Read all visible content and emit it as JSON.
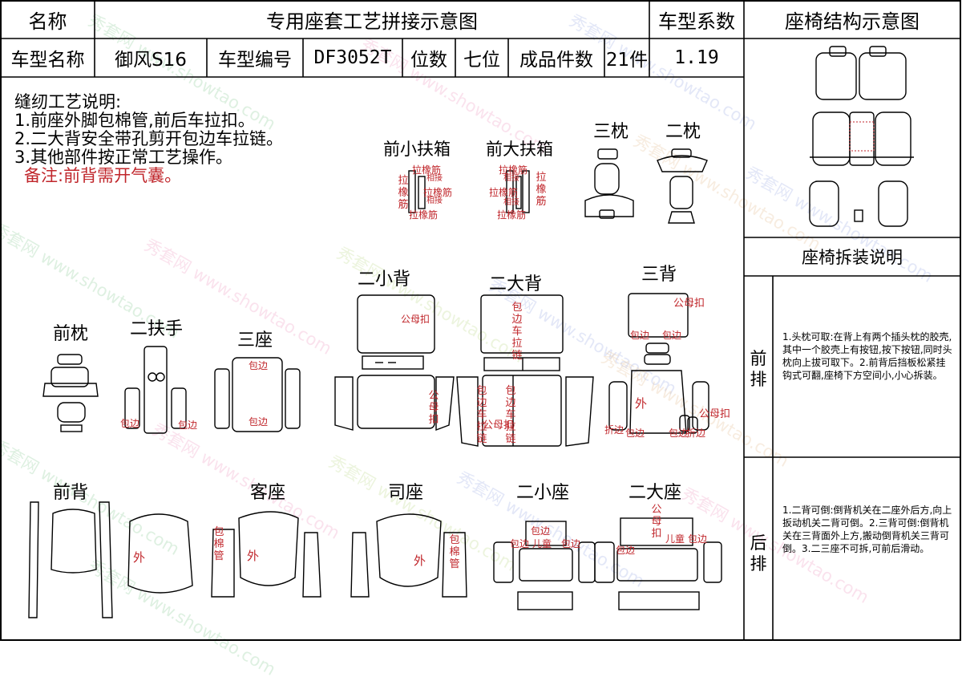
{
  "header": {
    "name_label": "名称",
    "title": "专用座套工艺拼接示意图",
    "coef_label": "车型系数",
    "structure_label": "座椅结构示意图"
  },
  "info_row": {
    "model_name_label": "车型名称",
    "model_name": "御风S16",
    "model_code_label": "车型编号",
    "model_code": "DF3052T",
    "seats_label": "位数",
    "seats": "七位",
    "pieces_label": "成品件数",
    "pieces": "21件",
    "coefficient": "1.19"
  },
  "notes": {
    "title": "缝纫工艺说明:",
    "items": [
      "1.前座外脚包棉管,前后车拉扣。",
      "2.二大背安全带孔剪开包边车拉链。",
      "3.其他部件按正常工艺操作。"
    ],
    "remark": "备注:前背需开气囊。"
  },
  "parts": {
    "front_small_armrest": "前小扶箱",
    "front_big_armrest": "前大扶箱",
    "third_pillow": "三枕",
    "second_pillow": "二枕",
    "front_pillow": "前枕",
    "second_armrest": "二扶手",
    "third_seat": "三座",
    "second_small_back": "二小背",
    "second_big_back": "二大背",
    "third_back": "三背",
    "front_back": "前背",
    "passenger_seat": "客座",
    "driver_seat": "司座",
    "second_small_seat": "二小座",
    "second_big_seat": "二大座"
  },
  "annotations": {
    "elastic": "拉橡筋",
    "side_seam": "相接",
    "binding": "包边",
    "snap": "公母扣",
    "outer": "外",
    "cotton_tube": "包棉管",
    "edge": "折边",
    "child_seat": "儿童",
    "zip_side": "包边车拉链"
  },
  "right_panel": {
    "removal_title": "座椅拆装说明",
    "front_row_label": "前排",
    "front_row_text": "1.头枕可取:在背上有两个插头枕的胶壳,其中一个胶壳上有按钮,按下按钮,同时头枕向上拔可取下。2.前背后挡板松紧挂钩式可翻,座椅下方空间小,小心拆装。",
    "rear_row_label": "后排",
    "rear_row_text": "1.二背可倒:倒背机关在二座外后方,向上扳动机关二背可倒。2.三背可倒:倒背机关在三背面外上方,搬动倒背机关三背可倒。3.二三座不可拆,可前后滑动。"
  },
  "watermark": "秀套网 www.showtao.com",
  "colors": {
    "accent_red": "#c0262b",
    "line": "#000000"
  }
}
